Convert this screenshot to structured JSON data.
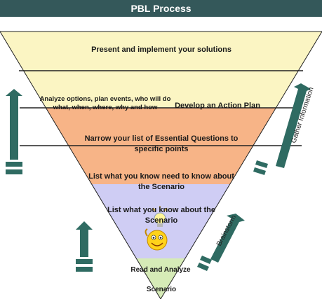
{
  "header": {
    "title": "PBL Process"
  },
  "stages": [
    {
      "label": "Present and implement your solutions",
      "color": "#fbf5c3"
    },
    {
      "label_left": "Analyze options, plan events, who will do what, when, where, why and how",
      "label_right": "Develop an Action Plan",
      "color": "#fbf5c3"
    },
    {
      "label": "Narrow your list of Essential Questions to specific points",
      "color": "#f7b487"
    },
    {
      "label": "List what you know need to know about the Scenario",
      "color": "#f7b487"
    },
    {
      "label": "List what you know about the Scenario",
      "color": "#cfcdf4"
    },
    {
      "label": "Read and Analyze",
      "label_extra": "Scenario",
      "color": "#d6ebb7"
    }
  ],
  "side_labels": {
    "right_top": "Gather Information",
    "right_bottom": "Brainstorm"
  },
  "colors": {
    "header": "#34585a",
    "arrow": "#2f6b62",
    "outline": "#222222"
  },
  "icons": {
    "center": "smiley-lightbulb-icon"
  }
}
